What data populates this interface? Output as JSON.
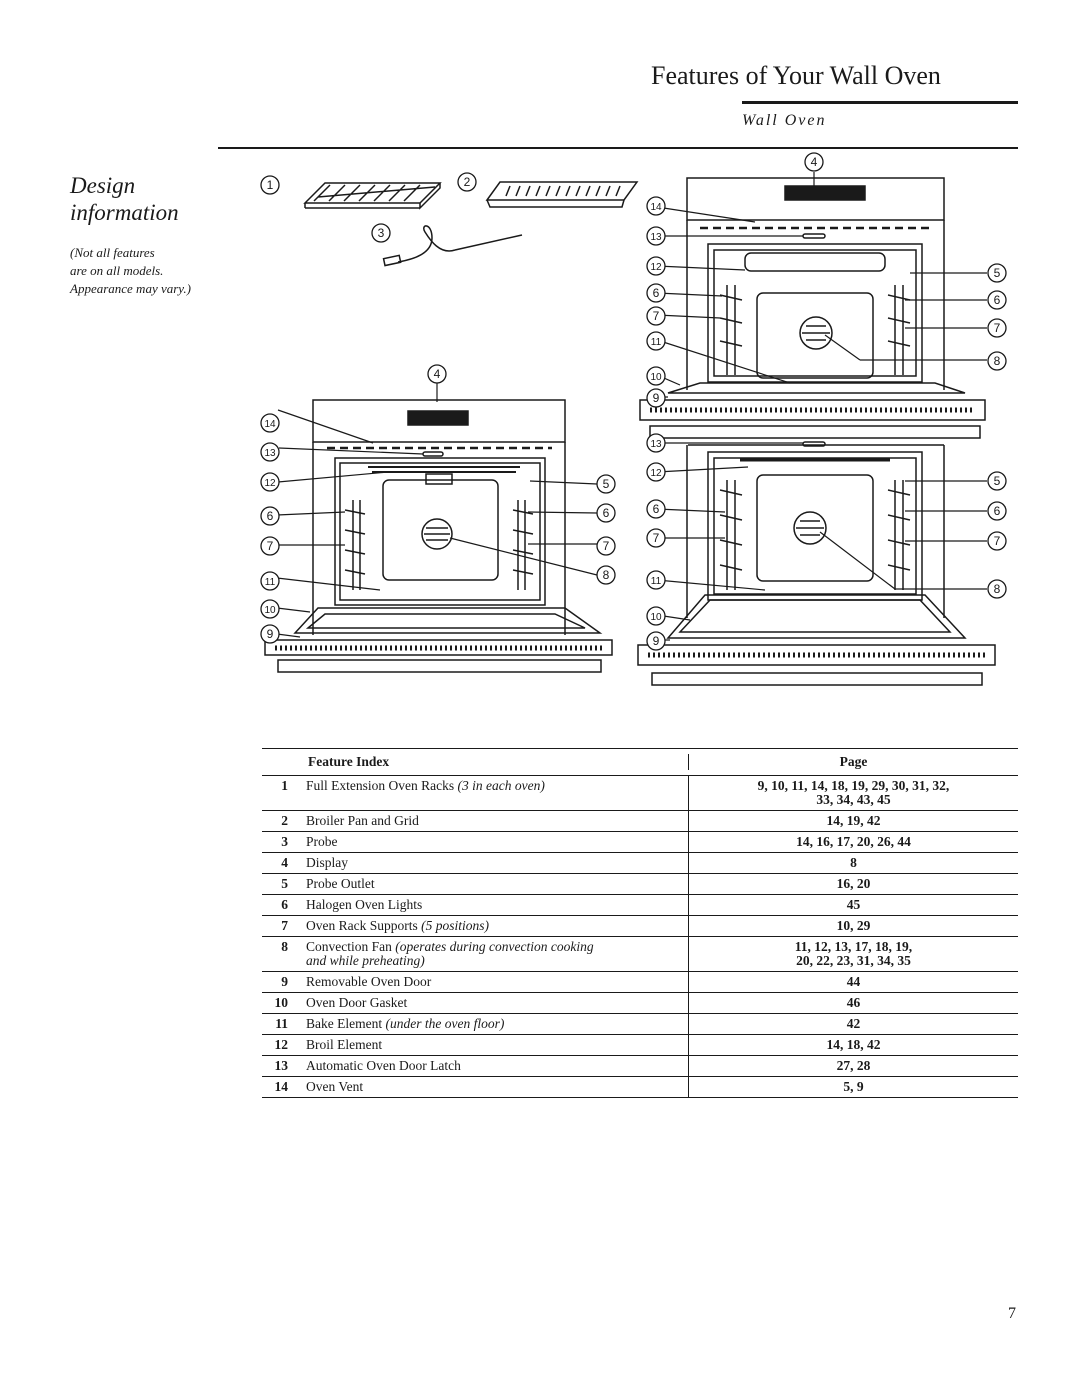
{
  "header": {
    "title": "Features of Your Wall Oven",
    "subtitle": "Wall Oven"
  },
  "section": {
    "heading_line1": "Design",
    "heading_line2": "information",
    "note_line1": "(Not all features",
    "note_line2": "are on all models.",
    "note_line3": "Appearance may vary.)"
  },
  "callouts": {
    "accessories": [
      "1",
      "2",
      "3"
    ],
    "single_oven": [
      "4",
      "14",
      "13",
      "12",
      "6",
      "7",
      "11",
      "10",
      "9",
      "5",
      "6",
      "7",
      "8"
    ],
    "double_oven": [
      "4",
      "14",
      "13",
      "12",
      "6",
      "7",
      "11",
      "10",
      "9",
      "5",
      "6",
      "7",
      "8",
      "13",
      "12",
      "6",
      "7",
      "11",
      "10",
      "9",
      "5",
      "6",
      "7",
      "8"
    ]
  },
  "table": {
    "col_feature": "Feature Index",
    "col_page": "Page",
    "rows": [
      {
        "num": "1",
        "feature": "Full Extension Oven Racks",
        "italic": "(3 in each oven)",
        "page1": "9, 10, 11, 14, 18, 19, 29, 30, 31, 32,",
        "page2": "33, 34, 43, 45"
      },
      {
        "num": "2",
        "feature": "Broiler Pan and Grid",
        "italic": "",
        "page1": "14, 19, 42",
        "page2": ""
      },
      {
        "num": "3",
        "feature": "Probe",
        "italic": "",
        "page1": "14, 16, 17, 20, 26, 44",
        "page2": ""
      },
      {
        "num": "4",
        "feature": "Display",
        "italic": "",
        "page1": "8",
        "page2": ""
      },
      {
        "num": "5",
        "feature": "Probe Outlet",
        "italic": "",
        "page1": "16, 20",
        "page2": ""
      },
      {
        "num": "6",
        "feature": "Halogen Oven Lights",
        "italic": "",
        "page1": "45",
        "page2": ""
      },
      {
        "num": "7",
        "feature": "Oven Rack Supports",
        "italic": "(5 positions)",
        "page1": "10, 29",
        "page2": ""
      },
      {
        "num": "8",
        "feature": "Convection Fan",
        "italic": "(operates during convection cooking",
        "italic2": "and while preheating)",
        "page1": "11, 12, 13, 17, 18, 19,",
        "page2": "20, 22, 23, 31, 34, 35"
      },
      {
        "num": "9",
        "feature": "Removable Oven Door",
        "italic": "",
        "page1": "44",
        "page2": ""
      },
      {
        "num": "10",
        "feature": "Oven Door Gasket",
        "italic": "",
        "page1": "46",
        "page2": ""
      },
      {
        "num": "11",
        "feature": "Bake Element",
        "italic": "(under the oven floor)",
        "page1": "42",
        "page2": ""
      },
      {
        "num": "12",
        "feature": "Broil Element",
        "italic": "",
        "page1": "14, 18, 42",
        "page2": ""
      },
      {
        "num": "13",
        "feature": "Automatic Oven Door Latch",
        "italic": "",
        "page1": "27, 28",
        "page2": ""
      },
      {
        "num": "14",
        "feature": "Oven Vent",
        "italic": "",
        "page1": "5, 9",
        "page2": ""
      }
    ]
  },
  "page_number": "7"
}
